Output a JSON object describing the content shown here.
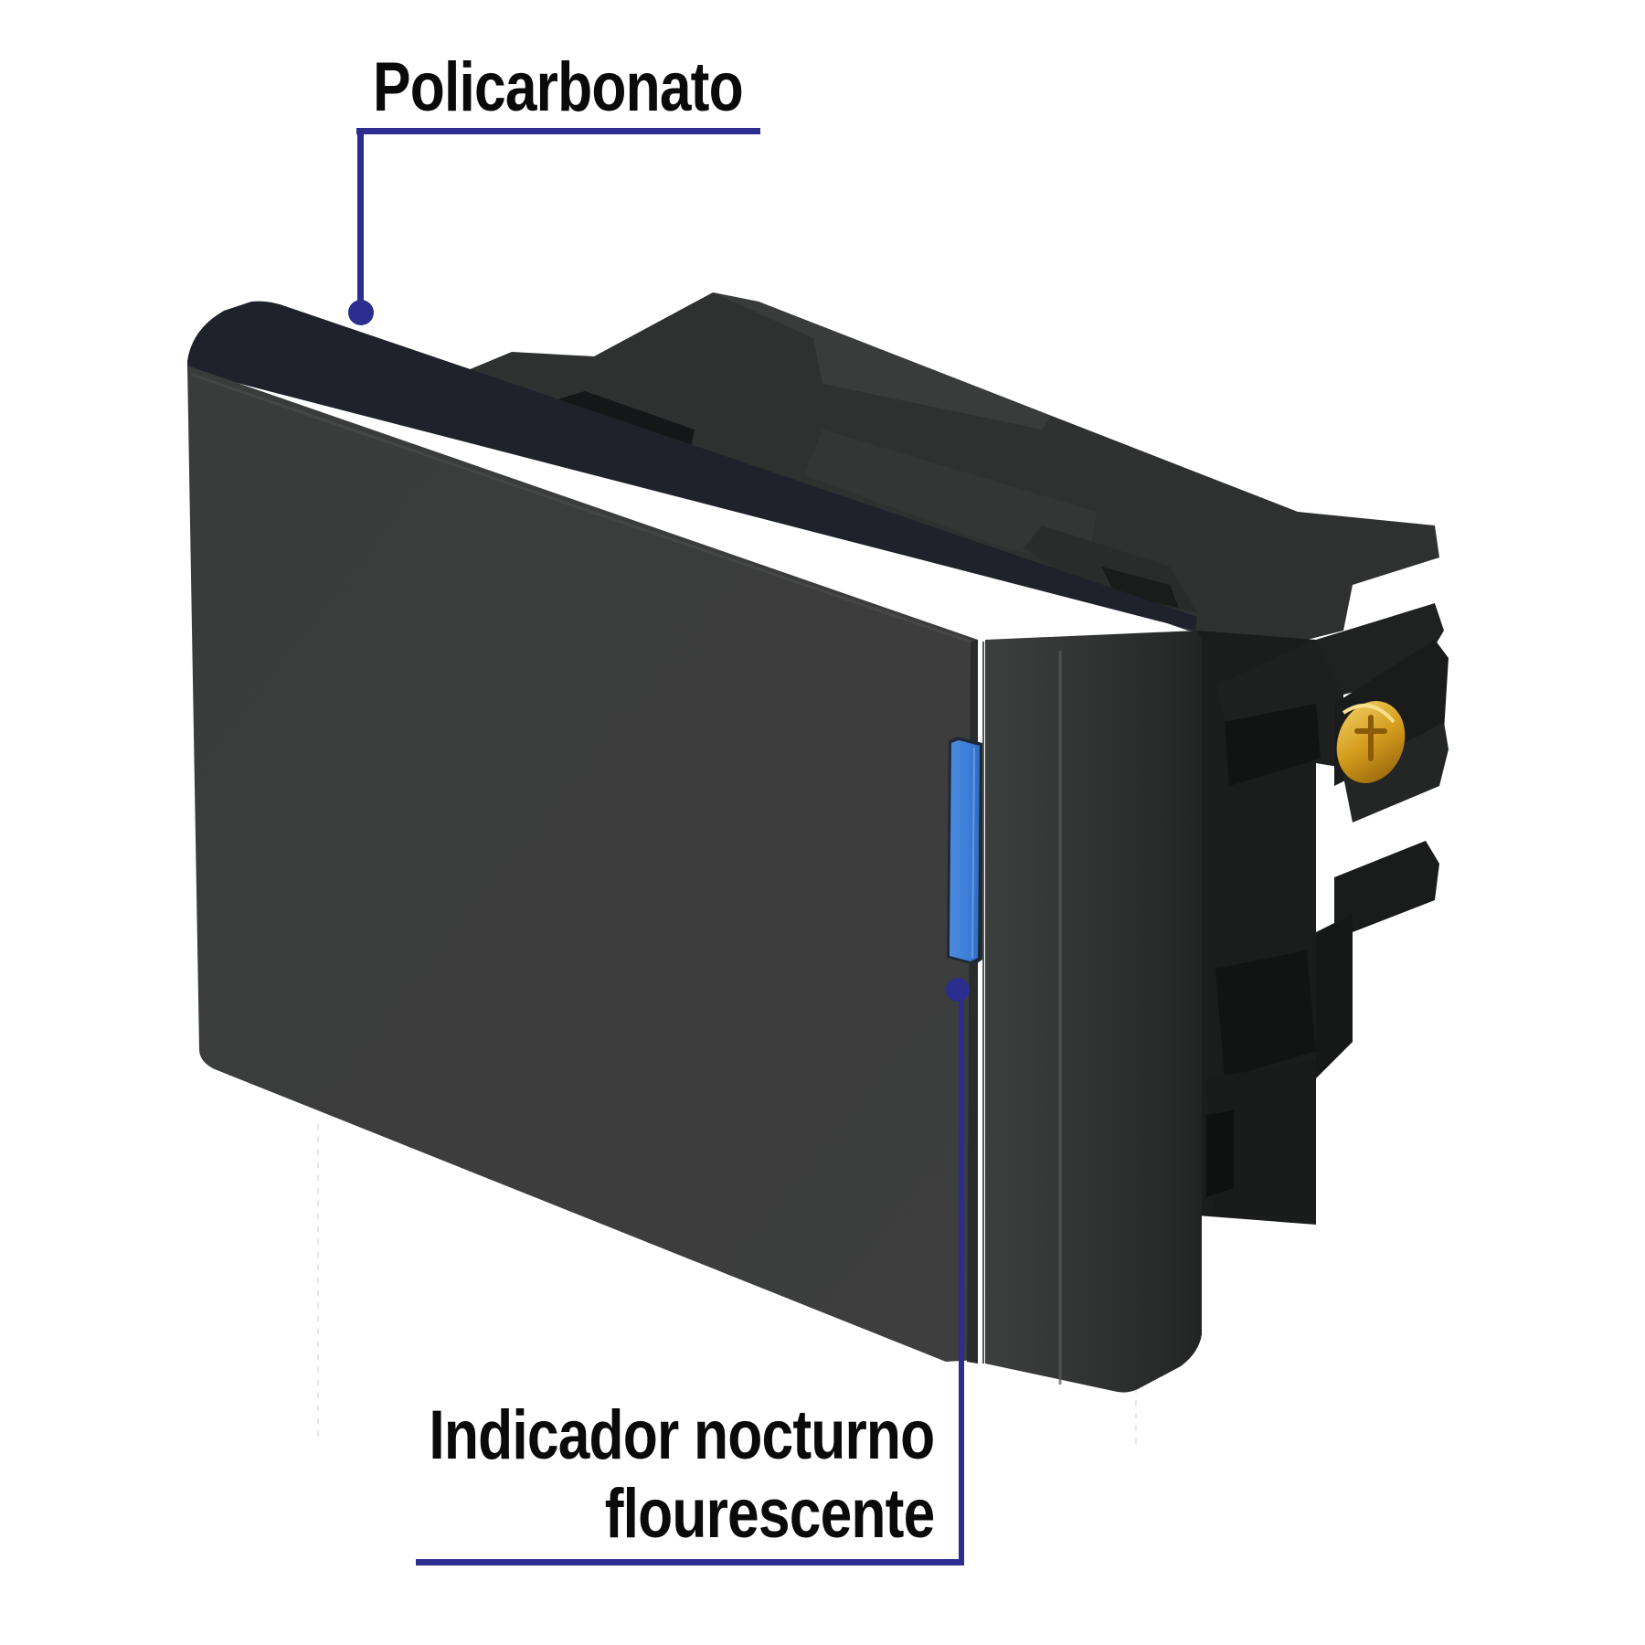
{
  "product": {
    "name": "black-single-pole-modular-switch",
    "body_color": "#3b3c3b",
    "top_rim_color": "#1f222b",
    "side_color": "#262727",
    "housing_color": "#2b2d2c",
    "indicator_color": "#3f7fd6",
    "screw_color": "#d9a526"
  },
  "callouts": {
    "accent_color": "#2b2d8f",
    "top": {
      "label": "Policarbonato"
    },
    "bottom": {
      "line1": "Indicador nocturno",
      "line2": "flourescente"
    }
  }
}
